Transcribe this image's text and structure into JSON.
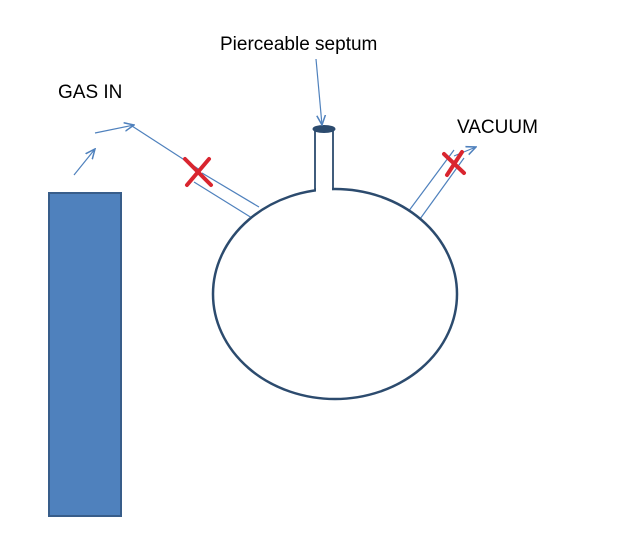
{
  "labels": {
    "gas_in": "GAS IN",
    "septum": "Pierceable septum",
    "vacuum": "VACUUM"
  },
  "colors": {
    "cylinder_fill": "#4f81bd",
    "cylinder_stroke": "#385d8a",
    "flask_stroke": "#2c4b6e",
    "arrow": "#4f81bd",
    "closed_valve_mark": "#d9252f"
  },
  "components": {
    "gas_cylinder": "gas-cylinder",
    "flask": "round-bottom-flask",
    "inlet_valve_state": "closed",
    "vacuum_valve_state": "closed"
  }
}
